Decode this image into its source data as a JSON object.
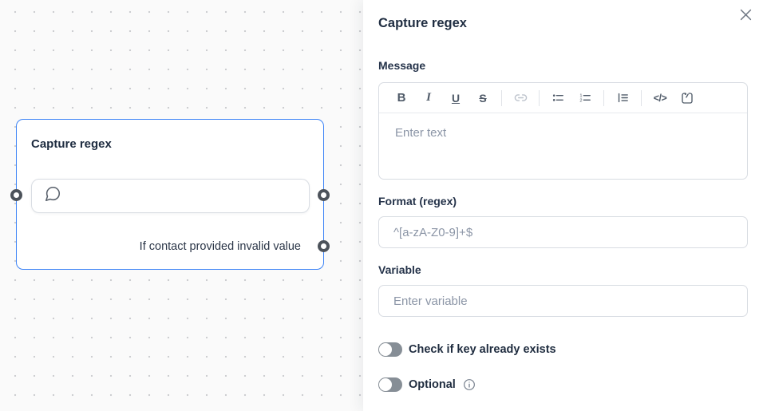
{
  "canvas": {
    "node": {
      "title": "Capture regex",
      "failure_label": "If contact provided invalid value"
    }
  },
  "panel": {
    "title": "Capture regex",
    "message": {
      "label": "Message",
      "placeholder": "Enter text",
      "toolbar": {
        "bold": "B",
        "italic": "I",
        "underline": "U",
        "strikethrough": "S",
        "code": "</>"
      }
    },
    "format": {
      "label": "Format (regex)",
      "placeholder": "^[a-zA-Z0-9]+$"
    },
    "variable": {
      "label": "Variable",
      "placeholder": "Enter variable"
    },
    "toggles": {
      "check_exists": {
        "label": "Check if key already exists",
        "state": "off"
      },
      "optional": {
        "label": "Optional",
        "state": "off"
      }
    }
  },
  "colors": {
    "node_border_selected": "#3c83f6",
    "toggle_off_track": "#868e96",
    "placeholder_text": "#8b95a6",
    "input_border": "#d8dce2",
    "heading_text": "#202e42",
    "canvas_dot": "#cdced1",
    "canvas_bg": "#fafafa"
  }
}
